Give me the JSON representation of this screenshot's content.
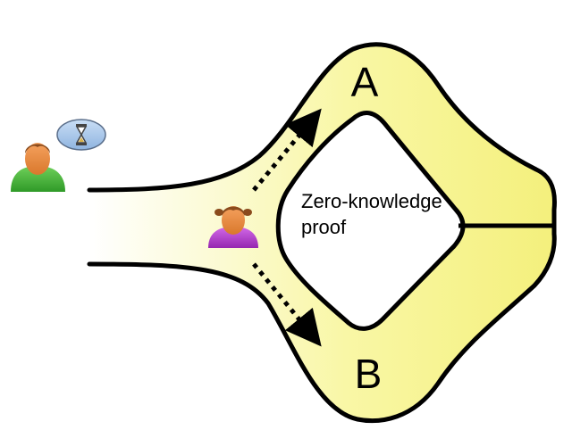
{
  "diagram": {
    "label_top": "A",
    "label_bottom": "B",
    "center_line1": "Zero-knowledge",
    "center_line2": "proof"
  },
  "people": {
    "verifier": {
      "icon": "verifier-person-icon",
      "shirt_color": "#4caf35"
    },
    "prover": {
      "icon": "prover-person-icon",
      "shirt_color": "#b13bd0"
    },
    "thought_icon": "hourglass-icon"
  },
  "colors": {
    "cave_fill": "#f9f7a4",
    "cave_outline": "#000000",
    "bubble_fill": "#a9c8ea"
  }
}
